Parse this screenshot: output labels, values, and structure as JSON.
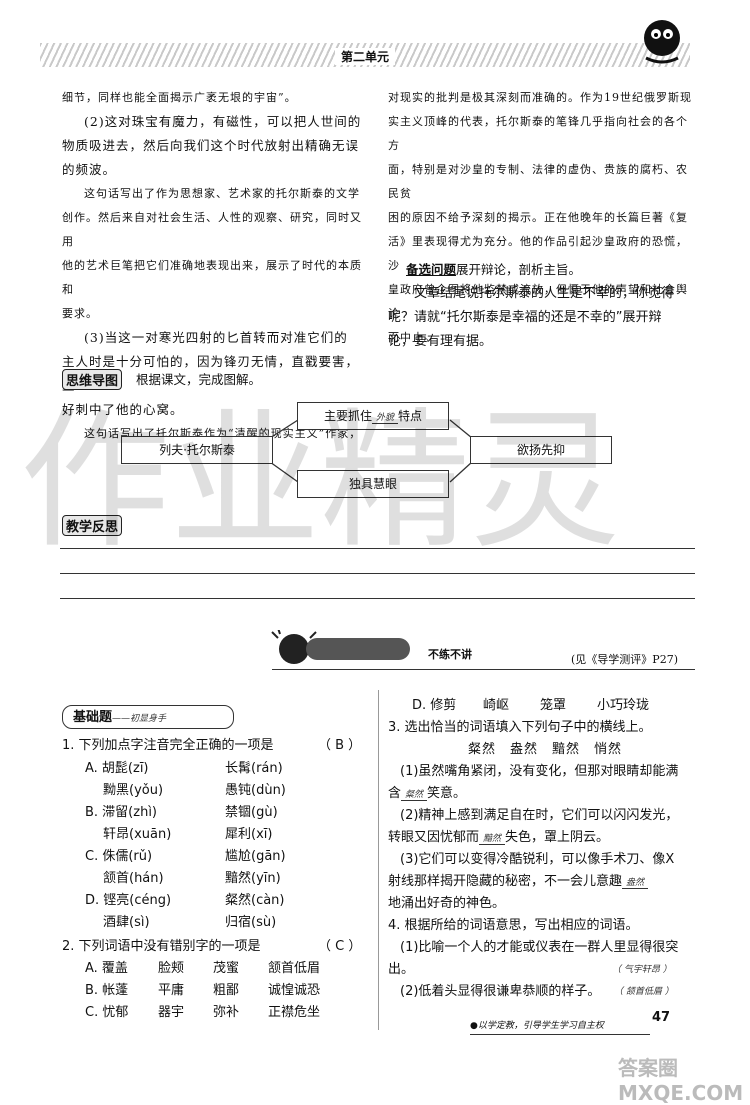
{
  "header": {
    "unit": "第二单元"
  },
  "left_col": {
    "p1": "细节，同样也能全面揭示广袤无垠的宇宙”。",
    "p2a": "(2)这对珠宝有魔力，有磁性，可以把人世间的",
    "p2b": "物质吸进去，然后向我们这个时代放射出精确无误",
    "p2c": "的频波。",
    "c1a": "这句话写出了作为思想家、艺术家的托尔斯泰的文学",
    "c1b": "创作。然后来自对社会生活、人性的观察、研究，同时又用",
    "c1c": "他的艺术巨笔把它们准确地表现出来，展示了时代的本质和",
    "c1d": "要求。",
    "p3a": "(3)当这一对寒光四射的匕首转而对准它们的",
    "p3b": "主人时是十分可怕的，因为锋刃无情，直戳要害，正",
    "p3c": "好刺中了他的心窝。",
    "c2": "这句话写出了托尔斯泰作为“清醒的现实主义”作家，"
  },
  "right_col": {
    "r1": "对现实的批判是极其深刻而准确的。作为19世纪俄罗斯现",
    "r2": "实主义顶峰的代表，托尔斯泰的笔锋几乎指向社会的各个方",
    "r3": "面，特别是对沙皇的专制、法律的虚伪、贵族的腐朽、农民贫",
    "r4": "困的原因不给予深刻的揭示。正在他晚年的长篇巨著《复",
    "r5": "活》里表现得尤为充分。他的作品引起沙皇政府的恐慌，沙",
    "r6": "皇政府曾企图将他监禁或流放，但慑于他的声望和社会舆论",
    "r7": "而中止。",
    "backup_tag": "备选问题",
    "backup_text": "展开辩论，剖析主旨。",
    "b1": "文章结尾说托尔斯泰的人生是不幸的，你觉得",
    "b2": "呢？请就“托尔斯泰是幸福的还是不幸的”展开辩",
    "b3": "论，要有理有据。"
  },
  "mindmap": {
    "tag": "思维导图",
    "instruction": "根据课文，完成图解。",
    "center": "列夫·托尔斯泰",
    "top_prefix": "主要抓住",
    "top_answer": "外貌",
    "top_suffix": "特点",
    "bottom": "独具慧眼",
    "right": "欲扬先抑"
  },
  "reflect": {
    "tag": "教学反思"
  },
  "practice_banner": {
    "slogan": "不练不讲",
    "ref": "(见《导学测评》P27)"
  },
  "basic": {
    "title": "基础题",
    "sub": "——初显身手"
  },
  "q1": {
    "stem": "1. 下列加点字注音完全正确的一项是",
    "answer": "（ B ）",
    "A1": "A. 胡髭(zī)",
    "A2": "长髯(rán)",
    "A3": "黝黑(yǒu)",
    "A4": "愚钝(dùn)",
    "B1": "B. 滞留(zhì)",
    "B2": "禁锢(gù)",
    "B3": "轩昂(xuān)",
    "B4": "犀利(xī)",
    "C1": "C. 侏儒(rǔ)",
    "C2": "尴尬(gān)",
    "C3": "颔首(hán)",
    "C4": "黯然(yīn)",
    "D1": "D. 铿亮(céng)",
    "D2": "粲然(càn)",
    "D3": "酒肆(sì)",
    "D4": "归宿(sù)"
  },
  "q2": {
    "stem": "2. 下列词语中没有错别字的一项是",
    "answer": "（ C ）",
    "A": [
      "A. 覆盖",
      "脸颊",
      "茂蜜",
      "颔首低眉"
    ],
    "B": [
      "B. 帐蓬",
      "平庸",
      "粗鄙",
      "诚惶诚恐"
    ],
    "C": [
      "C. 忧郁",
      "器宇",
      "弥补",
      "正襟危坐"
    ],
    "D": [
      "D. 修剪",
      "崎岖",
      "笼罩",
      "小巧玲珑"
    ]
  },
  "q3": {
    "stem": "3. 选出恰当的词语填入下列句子中的横线上。",
    "words": "粲然　盎然　黯然　悄然",
    "s1a": "(1)虽然嘴角紧闭，没有变化，但那对眼睛却能满",
    "s1b_pre": "含",
    "s1b_ans": "粲然",
    "s1b_post": "笑意。",
    "s2a": "(2)精神上感到满足自在时，它们可以闪闪发光，",
    "s2b_pre": "转眼又因忧郁而",
    "s2b_ans": "黯然",
    "s2b_post": "失色，罩上阴云。",
    "s3a": "(3)它们可以变得冷酷锐利，可以像手术刀、像X",
    "s3b_pre": "射线那样揭开隐藏的秘密，不一会儿意趣",
    "s3b_ans": "盎然",
    "s3c": "地涌出好奇的神色。"
  },
  "q4": {
    "stem": "4. 根据所给的词语意思，写出相应的词语。",
    "s1a": "(1)比喻一个人的才能或仪表在一群人里显得很突",
    "s1b": "出。",
    "s1_ans": "（ 气宇轩昂 ）",
    "s2": "(2)低着头显得很谦卑恭顺的样子。",
    "s2_ans": "（ 颔首低眉 ）"
  },
  "footer": {
    "slogan": "●以学定教，引导学生学习自主权",
    "page": "47"
  },
  "watermark": {
    "text": "作业精灵",
    "site": "答案圈 MXQE.COM"
  }
}
